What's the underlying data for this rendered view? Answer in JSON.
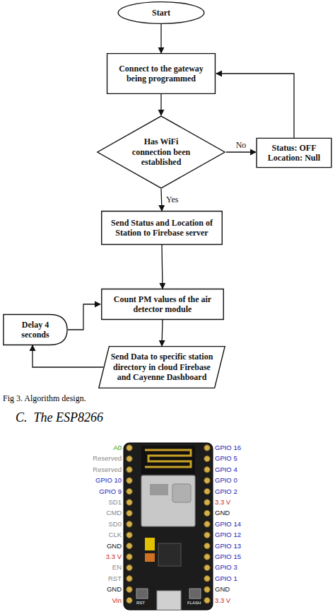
{
  "diagram": {
    "nodes": [
      {
        "text": [
          "Start"
        ]
      },
      {
        "text": [
          "Connect to the gateway being programmed"
        ]
      },
      {
        "text": [
          "Has WiFi connection been established"
        ]
      },
      {
        "text": [
          "Status: OFF Location: Null"
        ]
      },
      {
        "text": [
          "Send Status and Location of Station to Firebase server"
        ]
      },
      {
        "text": [
          "Count PM values of the air detector module"
        ]
      },
      {
        "text": [
          "Delay 4 seconds"
        ]
      },
      {
        "text": [
          "Send Data to specific station directory in cloud Firebase and Cayenne Dashboard"
        ]
      }
    ],
    "edges": [
      {
        "from": 0,
        "to": 1,
        "arrow": "to"
      },
      {
        "from": 1,
        "to": 2,
        "arrow": "to"
      },
      {
        "from": 2,
        "to": 3,
        "label": "No",
        "arrow": "to"
      },
      {
        "from": 3,
        "to": 1,
        "arrow": "to"
      },
      {
        "from": 2,
        "to": 4,
        "label": "Yes",
        "arrow": "to"
      },
      {
        "from": 4,
        "to": 5,
        "arrow": "to"
      },
      {
        "from": 5,
        "to": 7,
        "arrow": "to"
      },
      {
        "from": 7,
        "to": 6,
        "arrow": "to"
      },
      {
        "from": 6,
        "to": 5,
        "arrow": "to"
      }
    ],
    "labels": [
      "Fig 3. Algorithm design.",
      "C.  The ESP8266",
      "A0",
      "Reserved",
      "Reserved",
      "GPIO 10",
      "GPIO 9",
      "SD1",
      "CMD",
      "SD0",
      "CLK",
      "GND",
      "3.3 V",
      "EN",
      "RST",
      "GND",
      "Vin",
      "GPIO 16",
      "GPIO 5",
      "GPIO 4",
      "GPIO 0",
      "GPIO 2",
      "3.3 V",
      "GND",
      "GPIO 14",
      "GPIO 12",
      "GPIO 13",
      "GPIO 15",
      "GPIO 3",
      "GPIO 1",
      "GND",
      "3.3 V",
      "RST",
      "FLASH"
    ]
  }
}
